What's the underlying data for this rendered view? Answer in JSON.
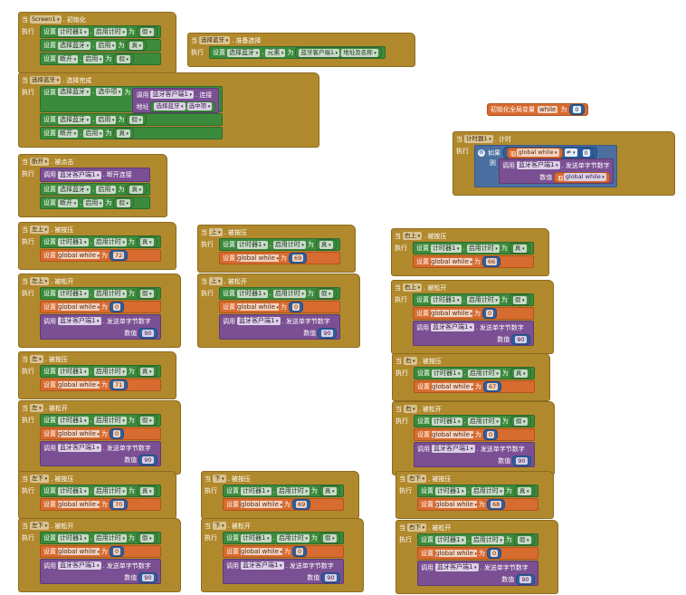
{
  "kw": {
    "when": "当",
    "do": "执行",
    "set": "设置",
    "to": "为",
    "call": "调用",
    "dot": ".",
    "get": "取",
    "if": "如果",
    "then": "则",
    "value": "数值",
    "address": "地址",
    "init_global": "初始化全局变量"
  },
  "comp": {
    "screen1": "Screen1",
    "timer1": "计时器1",
    "listpicker": "选择蓝牙",
    "disconnect": "断开",
    "bt": "蓝牙客户端1",
    "btn_left_up": "左上",
    "btn_up": "上",
    "btn_right_up": "右上",
    "btn_left": "左",
    "btn_right": "右",
    "btn_left_down": "左下",
    "btn_down": "下",
    "btn_right_down": "右下"
  },
  "evt": {
    "initialize": "初始化",
    "before_picking": "准备选择",
    "after_picking": "选择完成",
    "click": "被点击",
    "pressed": "被按压",
    "released": "被松开",
    "timer": "计时"
  },
  "prop": {
    "timer_enabled": "启用计时",
    "enabled": "启用",
    "elements": "元素",
    "selection": "选中项",
    "address_names": "地址及名称"
  },
  "method": {
    "connect": "连接",
    "disconnect": "断开连接",
    "send_byte": "发送单字节数字"
  },
  "val": {
    "true": "真",
    "false": "假",
    "zero": "0",
    "ninety": "90",
    "v72": "72",
    "v69": "69",
    "v66": "66",
    "v71": "71",
    "v67": "67",
    "v70": "70",
    "v68": "68",
    "op_ne": "≠"
  },
  "var": {
    "while": "while",
    "global_while": "global while"
  }
}
